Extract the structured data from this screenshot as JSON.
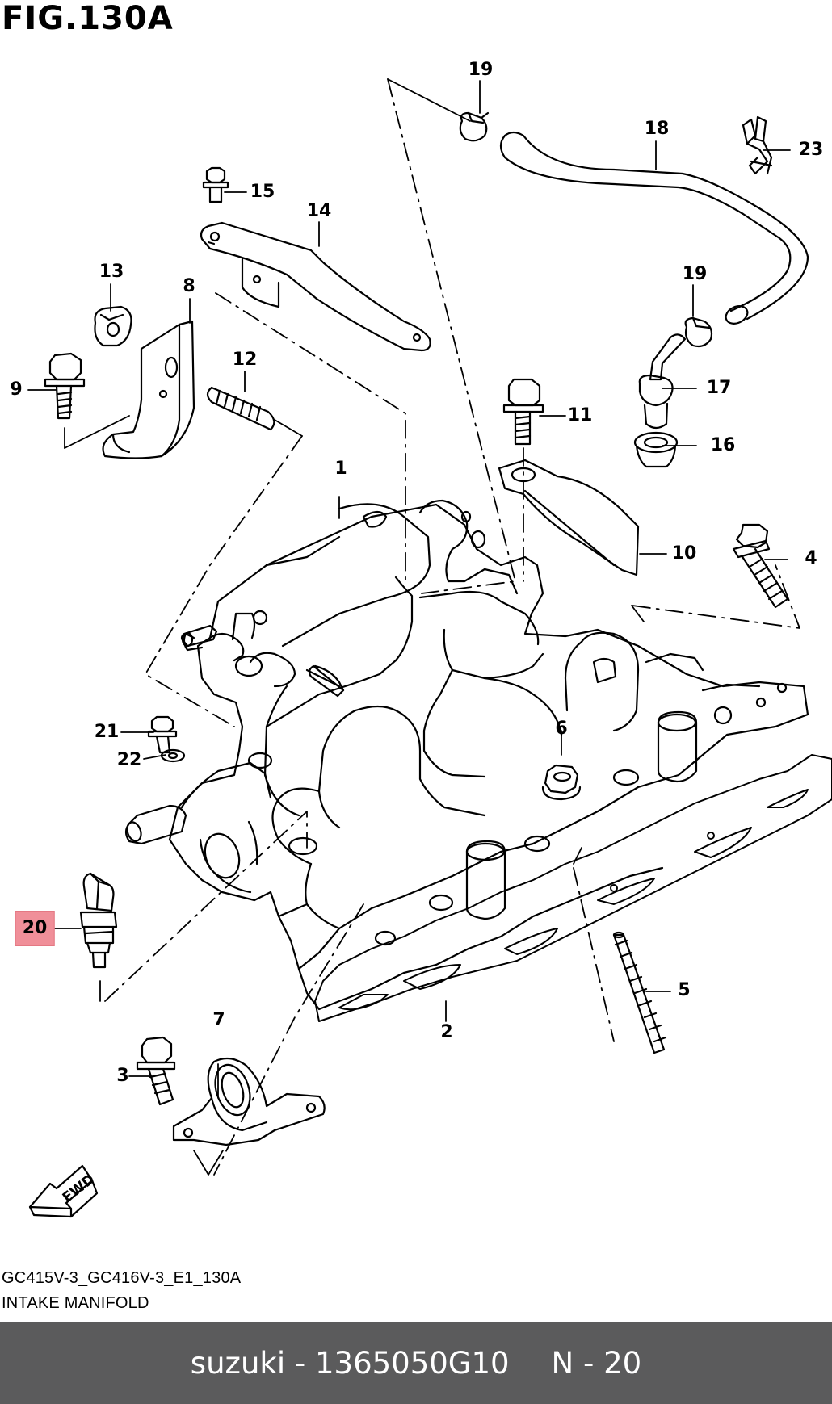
{
  "figure": {
    "title": "FIG.130A",
    "model_code": "GC415V-3_GC416V-3_E1_130A",
    "section_name": "INTAKE MANIFOLD",
    "fwd_label": "FWD"
  },
  "callouts": [
    {
      "id": "1",
      "label": "1"
    },
    {
      "id": "2",
      "label": "2"
    },
    {
      "id": "3",
      "label": "3"
    },
    {
      "id": "4",
      "label": "4"
    },
    {
      "id": "5",
      "label": "5"
    },
    {
      "id": "6",
      "label": "6"
    },
    {
      "id": "7",
      "label": "7"
    },
    {
      "id": "8",
      "label": "8"
    },
    {
      "id": "9",
      "label": "9"
    },
    {
      "id": "10",
      "label": "10"
    },
    {
      "id": "11",
      "label": "11"
    },
    {
      "id": "12",
      "label": "12"
    },
    {
      "id": "13",
      "label": "13"
    },
    {
      "id": "14",
      "label": "14"
    },
    {
      "id": "15",
      "label": "15"
    },
    {
      "id": "16",
      "label": "16"
    },
    {
      "id": "17",
      "label": "17"
    },
    {
      "id": "18",
      "label": "18"
    },
    {
      "id": "19a",
      "label": "19"
    },
    {
      "id": "19b",
      "label": "19"
    },
    {
      "id": "20",
      "label": "20",
      "highlighted": true
    },
    {
      "id": "21",
      "label": "21"
    },
    {
      "id": "22",
      "label": "22"
    },
    {
      "id": "23",
      "label": "23"
    }
  ],
  "highlight_color": "#f08f99",
  "footer": {
    "brand": "suzuki",
    "separator": "-",
    "part_number": "1365050G10",
    "page_ref": "N - 20",
    "background": "#5b5b5c"
  }
}
